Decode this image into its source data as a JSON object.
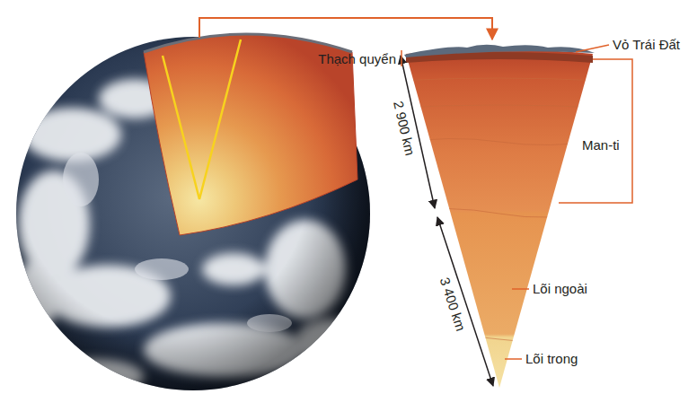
{
  "diagram": {
    "labels": [
      "Vỏ Trái Đất",
      "Thạch quyển",
      "2 900 km",
      "Man-ti",
      "3 400 km",
      "Lõi ngoài",
      "Lõi trong"
    ]
  }
}
